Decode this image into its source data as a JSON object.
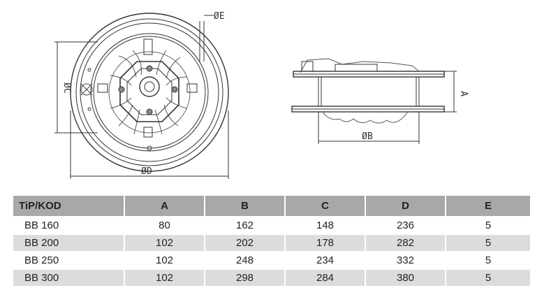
{
  "drawing": {
    "labels": {
      "diameter_e": "ØE",
      "diameter_c": "ØC",
      "diameter_d": "ØD",
      "diameter_b": "ØB",
      "dimension_a": "A"
    }
  },
  "table": {
    "headers": [
      "TiP/KOD",
      "A",
      "B",
      "C",
      "D",
      "E"
    ],
    "rows": [
      [
        "BB 160",
        "80",
        "162",
        "148",
        "236",
        "5"
      ],
      [
        "BB 200",
        "102",
        "202",
        "178",
        "282",
        "5"
      ],
      [
        "BB 250",
        "102",
        "248",
        "234",
        "332",
        "5"
      ],
      [
        "BB 300",
        "102",
        "298",
        "284",
        "380",
        "5"
      ]
    ]
  }
}
